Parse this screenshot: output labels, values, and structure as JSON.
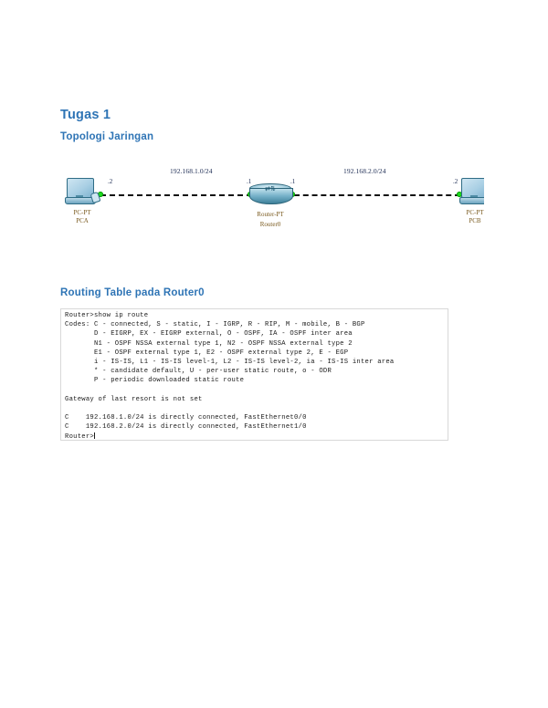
{
  "document": {
    "heading_1": "Tugas 1",
    "heading_topology": "Topologi Jaringan",
    "heading_routing_table": "Routing Table pada Router0"
  },
  "topology": {
    "links": [
      {
        "network": "192.168.1.0/24"
      },
      {
        "network": "192.168.2.0/24"
      }
    ],
    "interface_labels": {
      "pca_port": ".2",
      "router_fa0": ".1",
      "router_fa1": ".1",
      "pcb_port": ".2"
    },
    "devices": [
      {
        "model": "PC-PT",
        "name": "PCA",
        "icon": "pc-icon"
      },
      {
        "model": "Router-PT",
        "name": "Router0",
        "icon": "router-icon"
      },
      {
        "model": "PC-PT",
        "name": "PCB",
        "icon": "pc-icon"
      }
    ],
    "link_status_color": "#1ddc1d"
  },
  "cli": {
    "lines": "Router>show ip route\nCodes: C - connected, S - static, I - IGRP, R - RIP, M - mobile, B - BGP\n       D - EIGRP, EX - EIGRP external, O - OSPF, IA - OSPF inter area\n       N1 - OSPF NSSA external type 1, N2 - OSPF NSSA external type 2\n       E1 - OSPF external type 1, E2 - OSPF external type 2, E - EGP\n       i - IS-IS, L1 - IS-IS level-1, L2 - IS-IS level-2, ia - IS-IS inter area\n       * - candidate default, U - per-user static route, o - ODR\n       P - periodic downloaded static route\n\nGateway of last resort is not set\n\nC    192.168.1.0/24 is directly connected, FastEthernet0/0\nC    192.168.2.0/24 is directly connected, FastEthernet1/0\nRouter>",
    "prompt": "Router>",
    "command": "show ip route",
    "gateway_line": "Gateway of last resort is not set",
    "routes": [
      {
        "code": "C",
        "network": "192.168.1.0/24",
        "state": "is directly connected",
        "interface": "FastEthernet0/0"
      },
      {
        "code": "C",
        "network": "192.168.2.0/24",
        "state": "is directly connected",
        "interface": "FastEthernet1/0"
      }
    ]
  },
  "theme": {
    "heading_color": "#2E74B5",
    "page_background": "#ffffff",
    "device_label_color": "#7a5a1e"
  }
}
